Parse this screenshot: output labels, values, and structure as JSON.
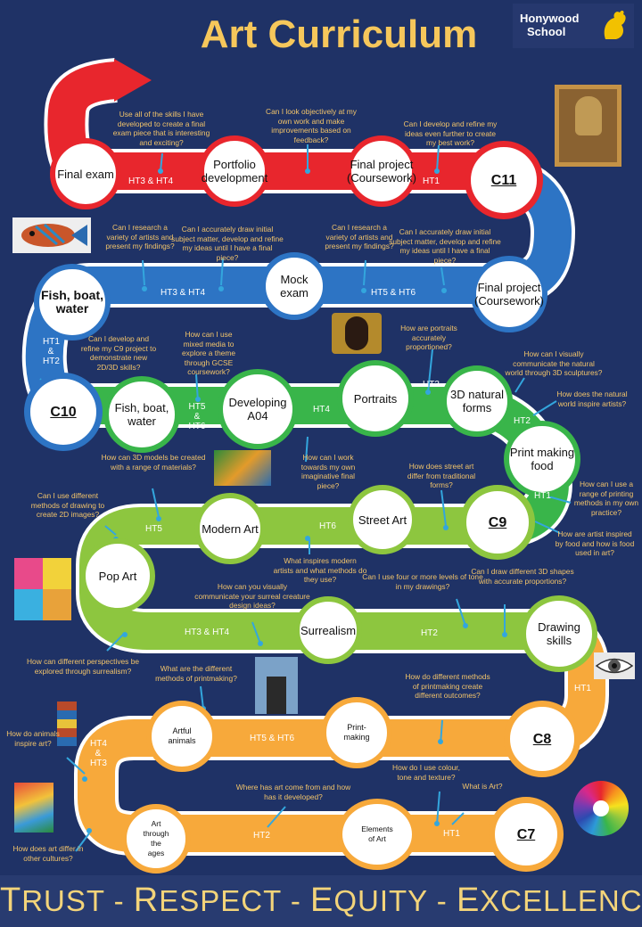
{
  "title": "Art Curriculum",
  "school": {
    "line1": "Honywood",
    "line2": "School"
  },
  "footer": {
    "t": "T",
    "rust": "RUST - ",
    "r": "R",
    "espect": "ESPECT - ",
    "e": "E",
    "quity": "QUITY - ",
    "e2": "E",
    "xcellence": "XCELLENCE"
  },
  "colors": {
    "background": "#1f3266",
    "red": "#e8262d",
    "blue": "#2d74c4",
    "green": "#39b54a",
    "lime": "#8dc63f",
    "orange": "#f7a93b",
    "gold": "#f6c75b"
  },
  "nodes": {
    "final_exam": "Final exam",
    "portfolio": "Portfolio development",
    "final_project_11": "Final project (Coursework)",
    "c11": "C11",
    "fish_boat_10": "Fish, boat, water",
    "mock_exam": "Mock exam",
    "final_project_10": "Final project (Coursework)",
    "c10": "C10",
    "fish_boat_9": "Fish, boat, water",
    "developing": "Developing A04",
    "portraits": "Portraits",
    "natural_forms": "3D natural forms",
    "print_food": "Print making food",
    "c9": "C9",
    "street_art": "Street Art",
    "modern_art": "Modern Art",
    "pop_art": "Pop Art",
    "surrealism": "Surrealism",
    "drawing_skills": "Drawing skills",
    "c8": "C8",
    "printmaking": "Print-making",
    "artful_animals": "Artful animals",
    "art_ages": "Art through the ages",
    "elements": "Elements of Art",
    "c7": "C7"
  },
  "terms": {
    "ht3ht4_a": "HT3 & HT4",
    "ht1_a": "HT1",
    "ht3ht4_b": "HT3 & HT4",
    "ht5ht6_a": "HT5 & HT6",
    "ht1ht2": "HT1 & HT2",
    "ht5ht6_b": "HT5 & HT6",
    "ht4": "HT4",
    "ht3": "HT3",
    "ht2_a": "HT2",
    "ht1_b": "HT1",
    "ht6": "HT6",
    "ht5": "HT5",
    "ht3ht4_c": "HT3 & HT4",
    "ht2_b": "HT2",
    "ht1_c": "HT1",
    "ht5ht6_c": "HT5 & HT6",
    "ht4ht3": "HT4 & HT3",
    "ht2_c": "HT2",
    "ht1_d": "HT1"
  },
  "questions": {
    "q1": "Use all of the skills I have developed to create a final exam piece that is interesting and exciting?",
    "q2": "Can I look objectively at my own work and make improvements based on feedback?",
    "q3": "Can I develop and refine my ideas even further to create my best work?",
    "q4": "Can I research a variety of artists and present my findings?",
    "q5": "Can I accurately draw initial subject matter, develop and refine my ideas until I have a final piece?",
    "q6": "Can I research a variety of artists and present my findings?",
    "q7": "Can I accurately draw initial subject matter, develop and refine my ideas until I have a final piece?",
    "q8": "Can I develop and refine my C9 project to demonstrate new 2D/3D skills?",
    "q9": "How can I use mixed media to explore a theme through GCSE coursework?",
    "q10": "How are portraits accurately proportioned?",
    "q11": "How can I visually communicate the natural world through 3D sculptures?",
    "q12": "How does the natural world inspire artists?",
    "q13": "How can 3D models be created with a range of materials?",
    "q14": "How can I work towards my own imaginative final piece?",
    "q15": "How does street art differ from traditional forms?",
    "q16": "How can I use a range of printing methods in my own practice?",
    "q17": "Can I use different methods of drawing to create 2D images?",
    "q18": "What inspires modern artists and what methods do they use?",
    "q19": "How are artist inspired by food and how is food used in art?",
    "q20": "How can you visually communicate your surreal creature design ideas?",
    "q21": "Can I use four or more levels of tone in my drawings?",
    "q22": "Can I draw different 3D shapes with accurate proportions?",
    "q23": "How can different perspectives be explored through surrealism?",
    "q24": "What are the different methods of printmaking?",
    "q25": "How do different methods of printmaking create different outcomes?",
    "q26": "How do animals inspire art?",
    "q27": "How do I use colour, tone and texture?",
    "q28": "What is Art?",
    "q29": "Where has art come from and how has it developed?",
    "q30": "How does art differ in other cultures?"
  }
}
